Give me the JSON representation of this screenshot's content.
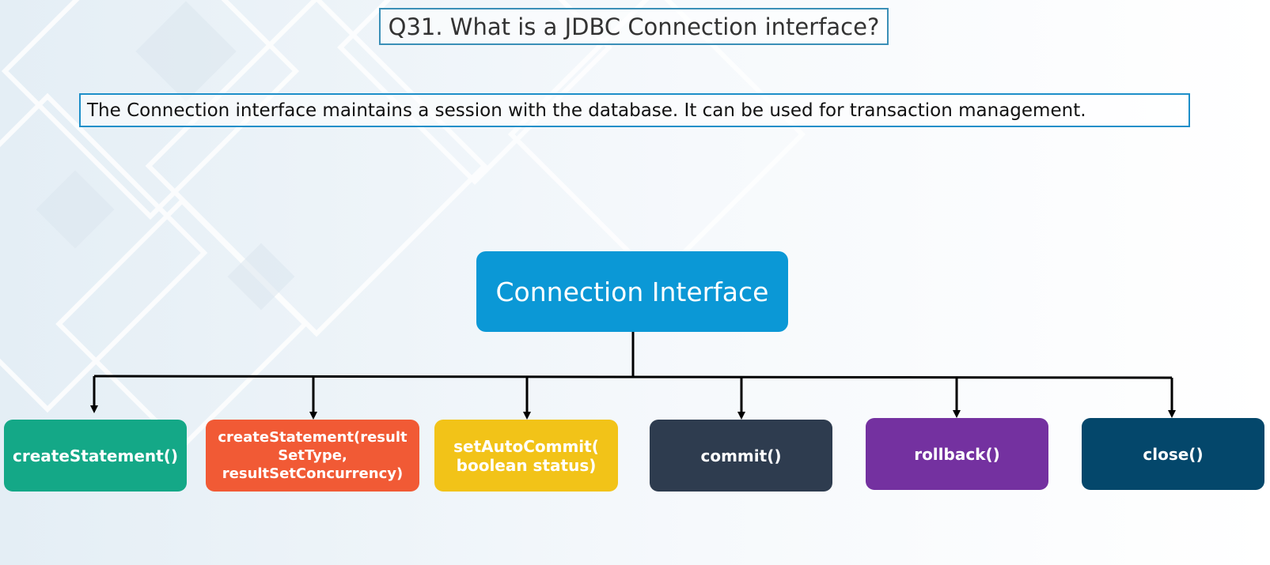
{
  "title": "Q31. What is a JDBC Connection interface?",
  "description": "The Connection interface maintains a session with the database. It can be used for transaction management.",
  "root": {
    "label": "Connection Interface",
    "color": "#0b98d6"
  },
  "methods": [
    {
      "label": "createStatement()",
      "color": "#14a887"
    },
    {
      "label": "createStatement(result SetType, resultSetConcurrency)",
      "color": "#f15a35"
    },
    {
      "label": "setAutoCommit( boolean status)",
      "color": "#f2c318"
    },
    {
      "label": "commit()",
      "color": "#2e3c4f"
    },
    {
      "label": "rollback()",
      "color": "#7431a0"
    },
    {
      "label": "close()",
      "color": "#04476b"
    }
  ],
  "connector_color": "#000000"
}
